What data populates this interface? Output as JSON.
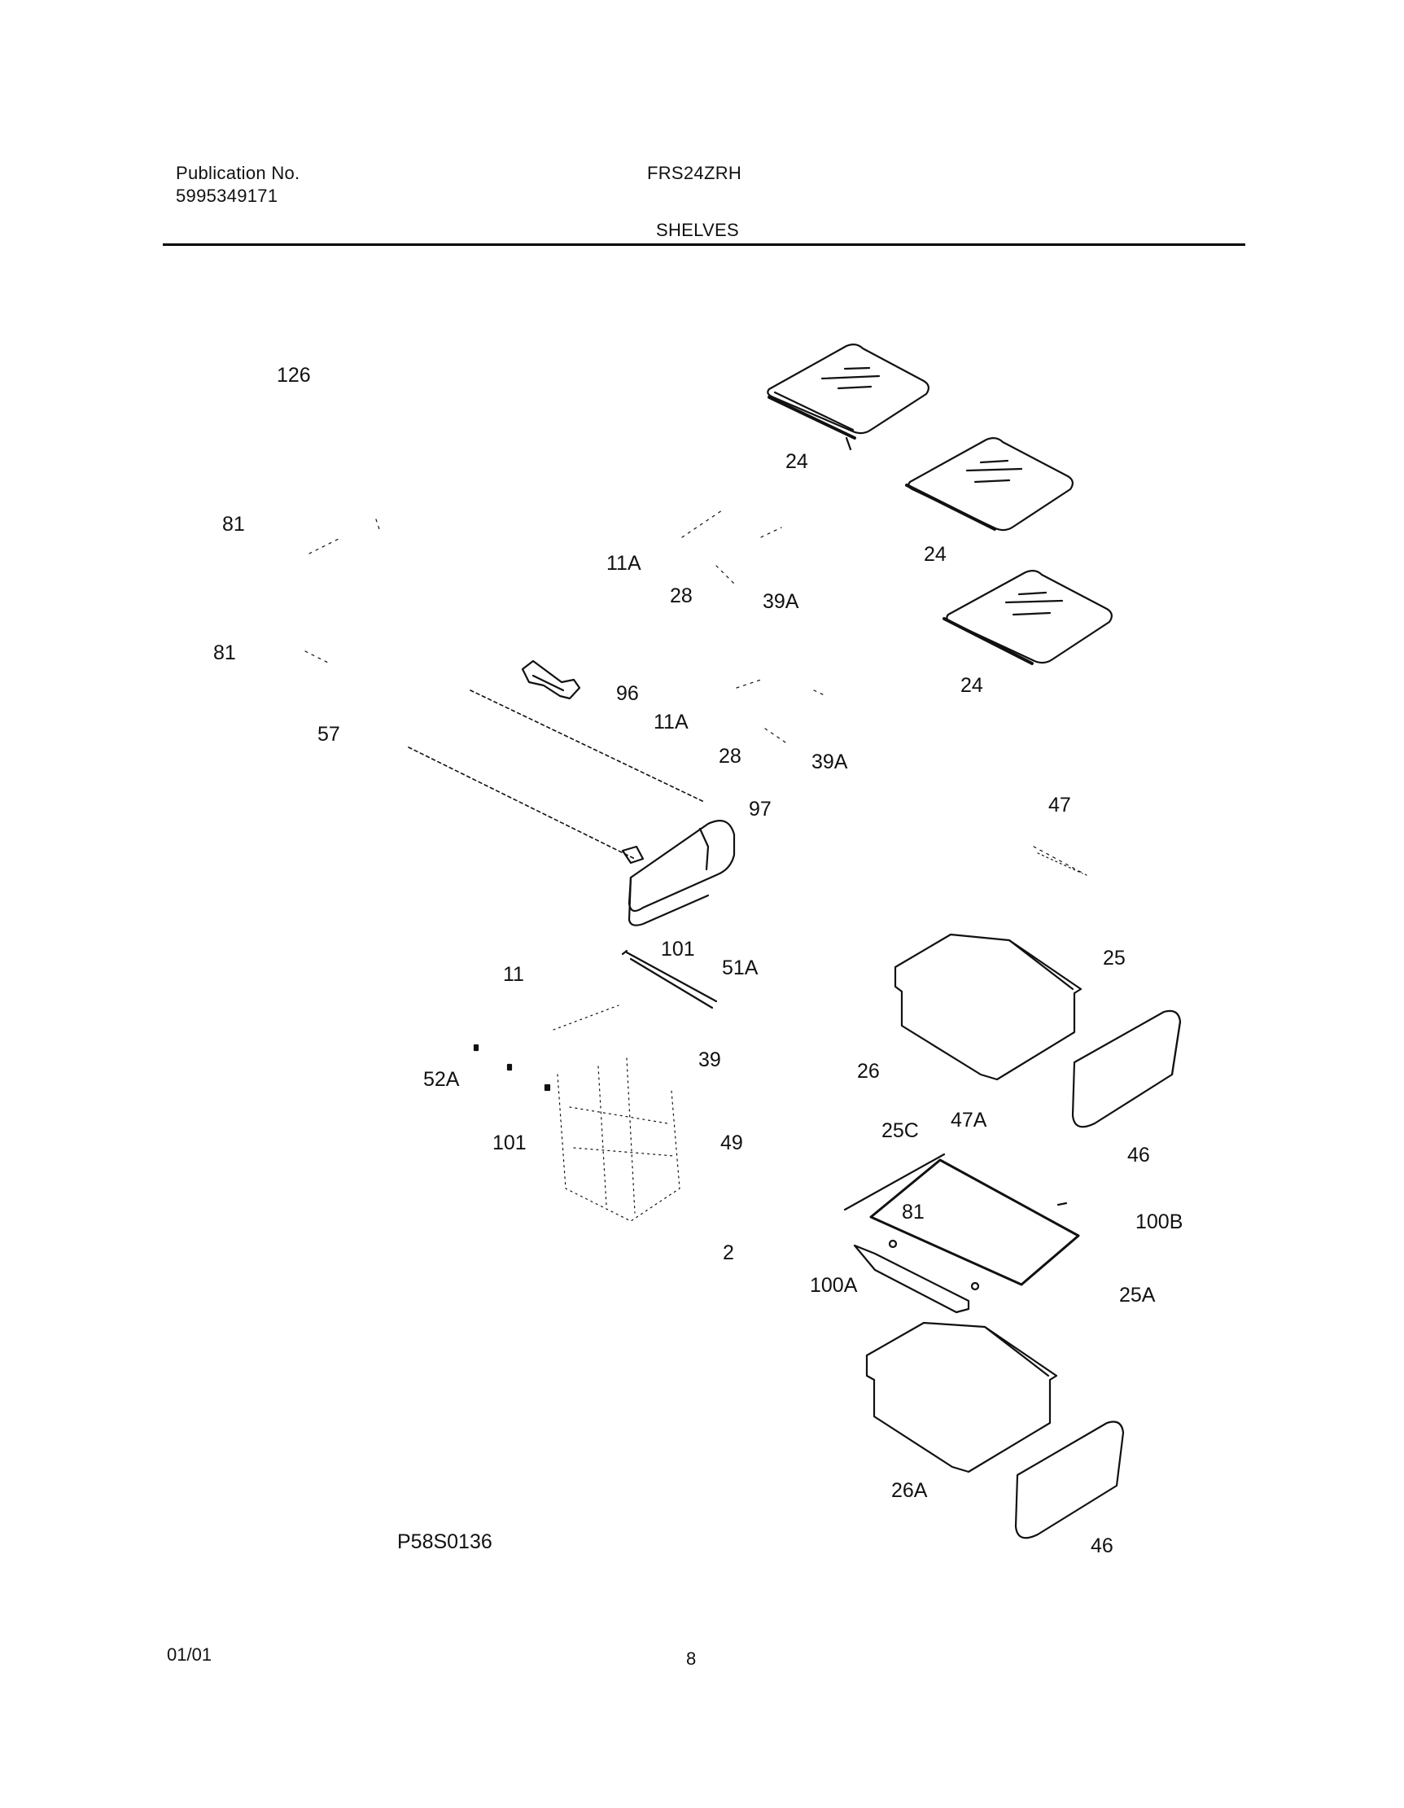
{
  "header": {
    "publication_label": "Publication No.",
    "publication_number": "5995349171",
    "model": "FRS24ZRH",
    "section_title": "SHELVES"
  },
  "diagram": {
    "labels": [
      {
        "id": "126",
        "text": "126"
      },
      {
        "id": "81a",
        "text": "81"
      },
      {
        "id": "81b",
        "text": "81"
      },
      {
        "id": "57",
        "text": "57"
      },
      {
        "id": "24a",
        "text": "24"
      },
      {
        "id": "24b",
        "text": "24"
      },
      {
        "id": "24c",
        "text": "24"
      },
      {
        "id": "11Aa",
        "text": "11A"
      },
      {
        "id": "28a",
        "text": "28"
      },
      {
        "id": "39Aa",
        "text": "39A"
      },
      {
        "id": "96",
        "text": "96"
      },
      {
        "id": "11Ab",
        "text": "11A"
      },
      {
        "id": "28b",
        "text": "28"
      },
      {
        "id": "39Ab",
        "text": "39A"
      },
      {
        "id": "97",
        "text": "97"
      },
      {
        "id": "47",
        "text": "47"
      },
      {
        "id": "101a",
        "text": "101"
      },
      {
        "id": "51A",
        "text": "51A"
      },
      {
        "id": "11",
        "text": "11"
      },
      {
        "id": "25",
        "text": "25"
      },
      {
        "id": "39",
        "text": "39"
      },
      {
        "id": "52A",
        "text": "52A"
      },
      {
        "id": "26",
        "text": "26"
      },
      {
        "id": "47A",
        "text": "47A"
      },
      {
        "id": "25C",
        "text": "25C"
      },
      {
        "id": "101b",
        "text": "101"
      },
      {
        "id": "49",
        "text": "49"
      },
      {
        "id": "46a",
        "text": "46"
      },
      {
        "id": "81c",
        "text": "81"
      },
      {
        "id": "100B",
        "text": "100B"
      },
      {
        "id": "2",
        "text": "2"
      },
      {
        "id": "100A",
        "text": "100A"
      },
      {
        "id": "25A",
        "text": "25A"
      },
      {
        "id": "26A",
        "text": "26A"
      },
      {
        "id": "46b",
        "text": "46"
      }
    ],
    "figure_code": "P58S0136"
  },
  "footer": {
    "date": "01/01",
    "page_number": "8"
  }
}
